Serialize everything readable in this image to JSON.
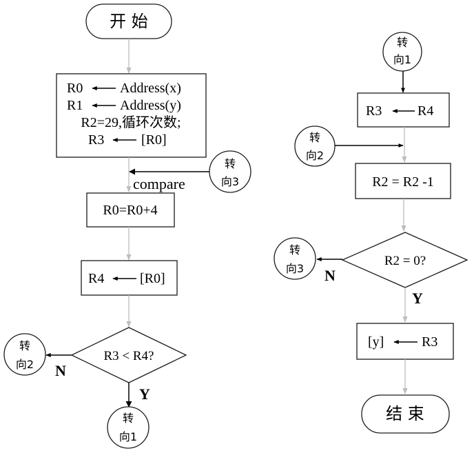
{
  "terminals": {
    "start": "开 始",
    "end": "结 束"
  },
  "left_column": {
    "init_box": {
      "lines": [
        {
          "left": "R0",
          "right": "Address(x)"
        },
        {
          "left": "R1",
          "right": "Address(y)"
        },
        {
          "full": "R2=29,循环次数;"
        },
        {
          "left": "R3",
          "right": "[R0]"
        }
      ]
    },
    "compare_label": "compare",
    "increment_box": "R0=R0+4",
    "load_box": {
      "left": "R4",
      "right": "[R0]"
    },
    "decision": "R3 < R4?",
    "no_label": "N",
    "yes_label": "Y"
  },
  "right_column": {
    "assign_box": {
      "left": "R3",
      "right": "R4"
    },
    "decrement_box": "R2 = R2 -1",
    "decision": "R2 = 0?",
    "no_label": "N",
    "yes_label": "Y",
    "store_box": {
      "left": "[y]",
      "right": "R3"
    }
  },
  "connectors": {
    "to_1": {
      "line1": "转",
      "line2": "向1"
    },
    "to_2": {
      "line1": "转",
      "line2": "向2"
    },
    "to_3": {
      "line1": "转",
      "line2": "向3"
    }
  }
}
